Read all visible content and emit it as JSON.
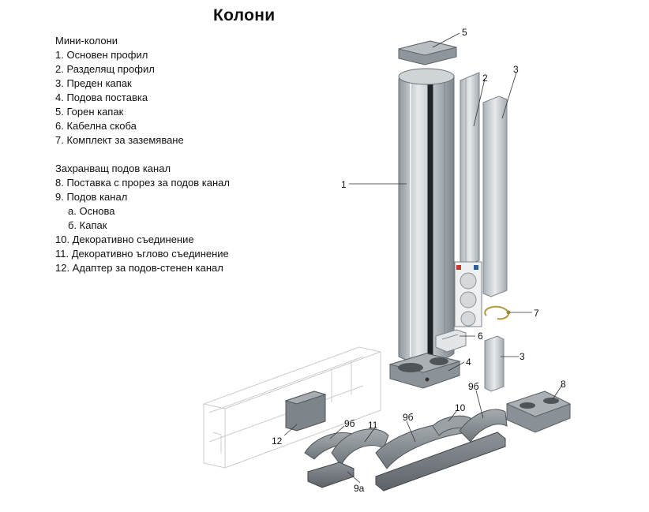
{
  "title": "Колони",
  "legend": {
    "group1_heading": "Мини-колони",
    "group1_items": [
      "1. Основен профил",
      "2. Разделящ профил",
      "3. Преден капак",
      "4. Подова поставка",
      "5. Горен капак",
      "6. Кабелна скоба",
      "7. Комплект за заземяване"
    ],
    "group2_heading": "Захранващ подов канал",
    "group2_items": [
      "8. Поставка с прорез за подов канал",
      "9. Подов канал",
      "а. Основа",
      "б. Капак",
      "10. Декоративно съединение",
      "11. Декоративно ъглово съединение",
      "12. Адаптер за подов-стенен канал"
    ]
  },
  "callouts": {
    "c5": "5",
    "c2": "2",
    "c3_top": "3",
    "c1": "1",
    "c7": "7",
    "c6": "6",
    "c4": "4",
    "c3_bottom": "3",
    "c8": "8",
    "c9b_right": "9б",
    "c10": "10",
    "c9b_mid": "9б",
    "c9b_left": "9б",
    "c11": "11",
    "c12": "12",
    "c9a": "9a"
  }
}
